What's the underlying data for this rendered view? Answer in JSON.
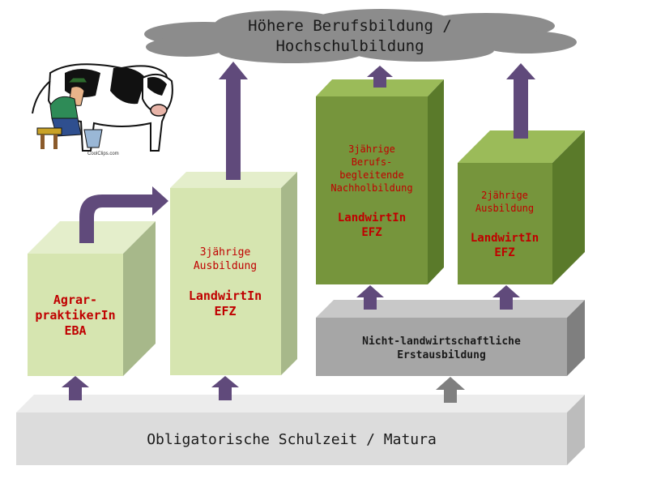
{
  "cloud": {
    "line1": "Höhere Berufsbildung /",
    "line2": "Hochschulbildung"
  },
  "clipart": {
    "icon": "cow-milking-icon",
    "caption": "CoolClips.com"
  },
  "boxes": {
    "eba": {
      "line1": "Agrar-",
      "line2": "praktikerIn",
      "line3": "EBA"
    },
    "efz3": {
      "line1": "3jährige",
      "line2": "Ausbildung",
      "line3": "LandwirtIn",
      "line4": "EFZ"
    },
    "nach": {
      "line1": "3jährige",
      "line2": "Berufs-",
      "line3": "begleitende",
      "line4": "Nachholbildung",
      "line5": "LandwirtIn",
      "line6": "EFZ"
    },
    "efz2": {
      "line1": "2jährige",
      "line2": "Ausbildung",
      "line3": "LandwirtIn",
      "line4": "EFZ"
    },
    "nonagri": {
      "line1": "Nicht-landwirtschaftliche",
      "line2": "Erstausbildung"
    },
    "base": {
      "label": "Obligatorische Schulzeit / Matura"
    }
  },
  "colors": {
    "light_green": "#d6e5b0",
    "dark_green": "#76953c",
    "grey": "#a6a6a6",
    "light_grey": "#dcdcdc",
    "arrow": "#604a7b",
    "cloud": "#8c8c8c",
    "text_red": "#c00000"
  }
}
